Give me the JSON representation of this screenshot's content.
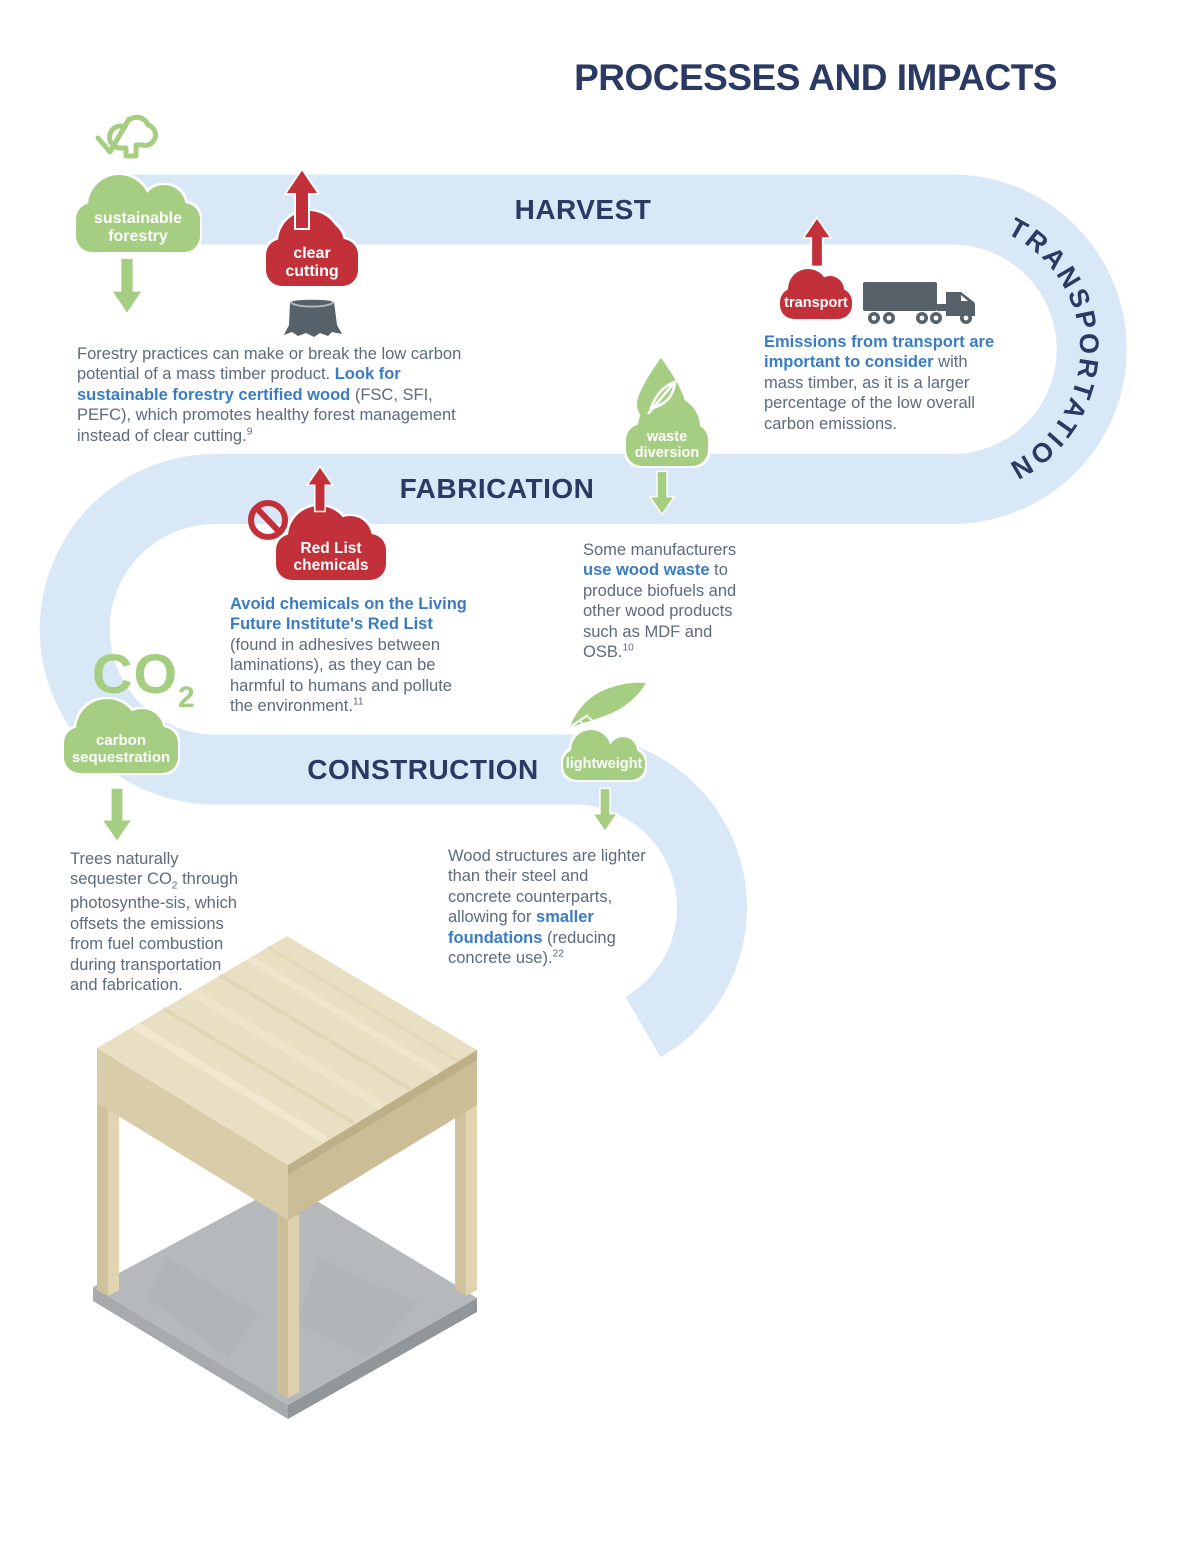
{
  "title": "PROCESSES AND IMPACTS",
  "stages": {
    "harvest": "HARVEST",
    "transportation": "TRANSPORTATION",
    "fabrication": "FABRICATION",
    "construction": "CONSTRUCTION"
  },
  "badges": {
    "sustainable_forestry": "sustainable forestry",
    "clear_cutting": "clear cutting",
    "transport": "transport",
    "waste_diversion": "waste diversion",
    "red_list_chemicals": "Red List chemicals",
    "carbon_sequestration": "carbon sequestration",
    "lightweight": "lightweight"
  },
  "co2_label": {
    "base": "CO",
    "subscript": "2"
  },
  "paragraphs": {
    "forestry": [
      {
        "t": "Forestry practices can make or break the low carbon potential of a mass timber product. ",
        "s": "n"
      },
      {
        "t": "Look for sustainable forestry certified wood",
        "s": "b"
      },
      {
        "t": " (FSC, SFI, PEFC), which promotes healthy forest management instead of clear cutting.",
        "s": "n"
      },
      {
        "t": "9",
        "s": "sup"
      }
    ],
    "transport": [
      {
        "t": "Emissions from transport are important to consider",
        "s": "b"
      },
      {
        "t": " with mass timber, as it is a larger percentage of the low overall carbon emissions.",
        "s": "n"
      }
    ],
    "waste": [
      {
        "t": "Some manufacturers ",
        "s": "n"
      },
      {
        "t": "use wood waste",
        "s": "b"
      },
      {
        "t": " to produce biofuels and other wood products such as MDF and OSB.",
        "s": "n"
      },
      {
        "t": "10",
        "s": "sup"
      }
    ],
    "redlist": [
      {
        "t": "Avoid chemicals on the Living Future Institute's Red List",
        "s": "b"
      },
      {
        "t": " (found in adhesives between laminations), as they can be harmful to humans and pollute the environment.",
        "s": "n"
      },
      {
        "t": "11",
        "s": "sup"
      }
    ],
    "sequester": [
      {
        "t": "Trees naturally sequester CO",
        "s": "n"
      },
      {
        "t": "2",
        "s": "sub"
      },
      {
        "t": " through photosynthe-sis, which offsets the emissions from fuel combustion during transportation and fabrication.",
        "s": "n"
      }
    ],
    "lighter": [
      {
        "t": "Wood structures are lighter than their steel and concrete counterparts, allowing for ",
        "s": "n"
      },
      {
        "t": "smaller foundations",
        "s": "b"
      },
      {
        "t": " (reducing concrete use).",
        "s": "n"
      },
      {
        "t": "22",
        "s": "sup"
      }
    ]
  },
  "icons": {
    "tree_check": "tree-with-checkmark",
    "stump": "tree-stump",
    "truck": "semi-truck",
    "droplet_leaf": "water-drop-with-leaf",
    "no_entry": "prohibition-sign",
    "feather": "feather"
  },
  "colors": {
    "band": "#D9E8F6",
    "navy": "#2B3A63",
    "green": "#A5CE82",
    "red": "#C2303A",
    "body_text": "#5D6B7A",
    "link_blue": "#3A7CC2",
    "icon_gray": "#566169",
    "wood_top": "#E9DFC2",
    "concrete": "#B5B9BC"
  }
}
